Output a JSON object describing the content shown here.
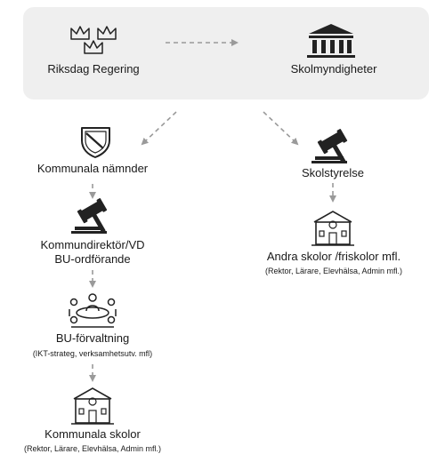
{
  "top": {
    "left": {
      "label": "Riksdag Regering",
      "icon": "crowns-icon"
    },
    "right": {
      "label": "Skolmyndigheter",
      "icon": "government-building-icon"
    }
  },
  "left_branch": [
    {
      "label": "Kommunala nämnder",
      "icon": "shield-icon"
    },
    {
      "label_line1": "Kommundirektör/VD",
      "label_line2": "BU-ordförande",
      "icon": "gavel-icon"
    },
    {
      "label": "BU-förvaltning",
      "sub": "(IKT-strateg, verksamhetsutv. mfl)",
      "icon": "meeting-icon"
    },
    {
      "label": "Kommunala skolor",
      "sub": "(Rektor, Lärare, Elevhälsa,  Admin mfl.)",
      "icon": "school-icon"
    }
  ],
  "right_branch": [
    {
      "label": "Skolstyrelse",
      "icon": "gavel-icon"
    },
    {
      "label": "Andra skolor /friskolor mfl.",
      "sub": "(Rektor, Lärare, Elevhälsa,  Admin mfl.)",
      "icon": "school-icon"
    }
  ],
  "colors": {
    "panel": "#efefef",
    "arrow": "#9a9a9a",
    "icon": "#222222",
    "text": "#1a1a1a"
  }
}
